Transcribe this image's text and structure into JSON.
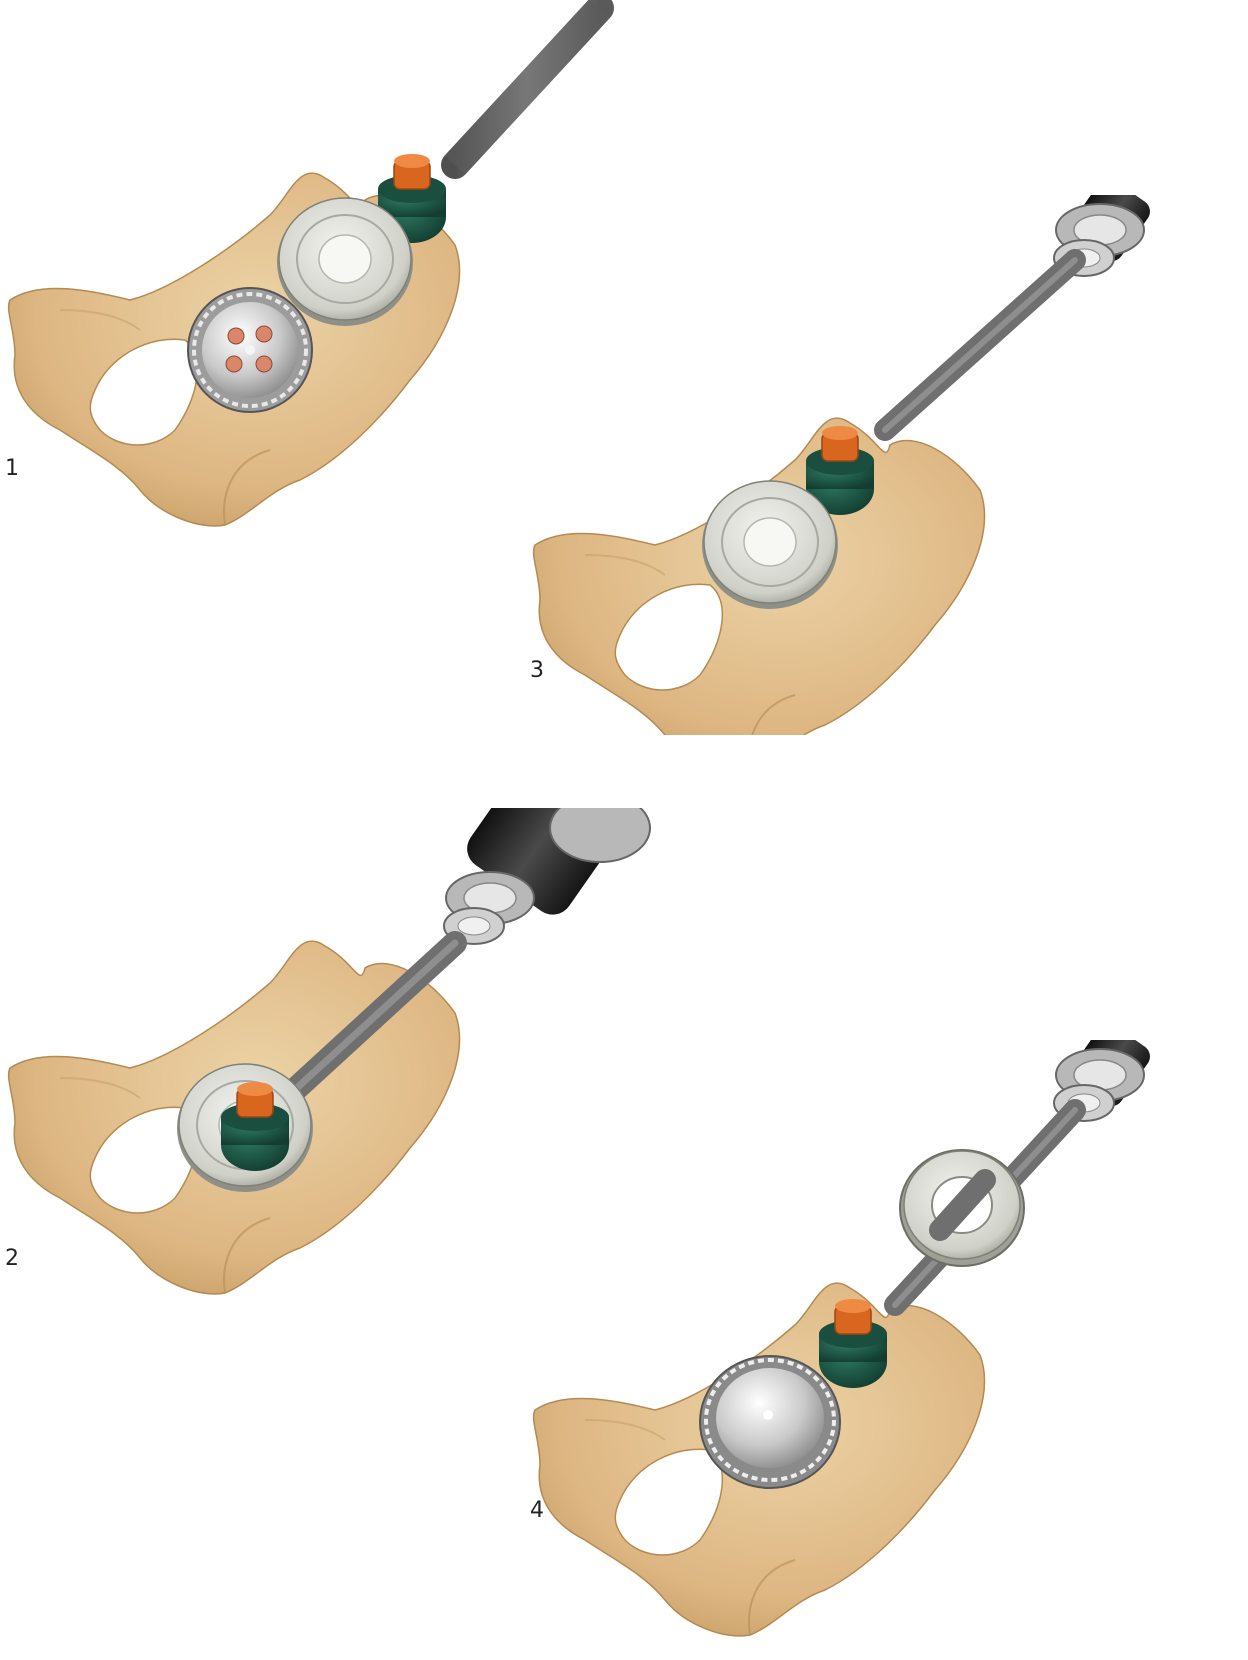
{
  "figure": {
    "colors": {
      "bone": "#e2bf8d",
      "bone_shade": "#c79c62",
      "metal": "#c9c9c9",
      "rod": "#6f6f6f",
      "handle": "#2b2b2b",
      "green_cap": "#1f5a48",
      "orange_collar": "#d9661f",
      "liner_gray": "#d4d6cf"
    },
    "steps": [
      {
        "label": "1",
        "icons": [
          "pelvis-icon",
          "acetabular-shell-icon",
          "insertion-rod-icon",
          "liner-icon"
        ]
      },
      {
        "label": "2",
        "icons": [
          "pelvis-icon",
          "impactor-handle-icon",
          "insertion-rod-icon",
          "liner-icon"
        ]
      },
      {
        "label": "3",
        "icons": [
          "pelvis-icon",
          "impactor-handle-icon",
          "insertion-rod-icon",
          "liner-icon"
        ]
      },
      {
        "label": "4",
        "icons": [
          "pelvis-icon",
          "femoral-head-icon",
          "insertion-rod-icon",
          "ring-icon"
        ]
      }
    ]
  }
}
